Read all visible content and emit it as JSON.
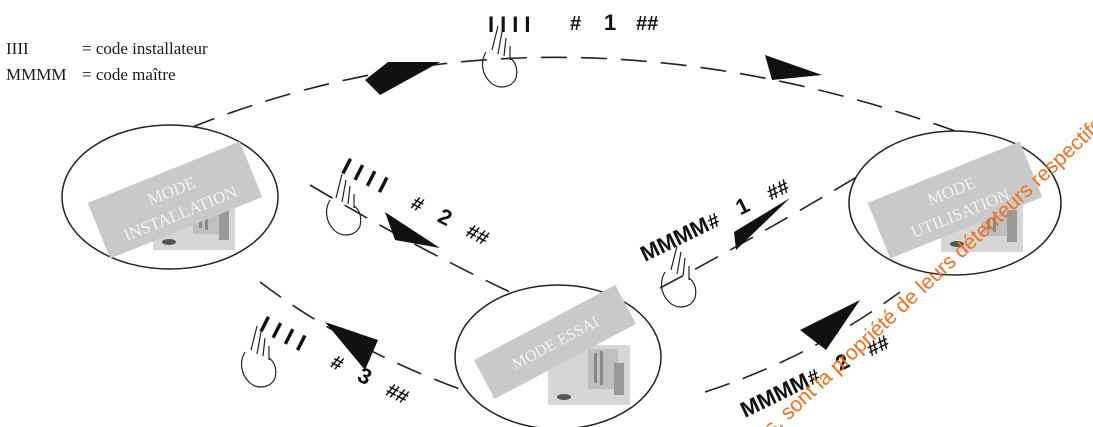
{
  "legend": [
    {
      "code": "IIII",
      "meaning": "= code installateur"
    },
    {
      "code": "MMMM",
      "meaning": "= code maître"
    }
  ],
  "modes": {
    "installation": {
      "line1": "MODE",
      "line2": "INSTALLATION"
    },
    "utilisation": {
      "line1": "MODE",
      "line2": "UTILISATION"
    },
    "essai": {
      "line1": "MODE ESSAI"
    }
  },
  "transitions": {
    "t1": {
      "code": "IIII",
      "hash1": "#",
      "num": "1",
      "hash2": "##"
    },
    "t2": {
      "code": "IIII",
      "hash1": "#",
      "num": "2",
      "hash2": "##"
    },
    "t3": {
      "code": "IIII",
      "hash1": "#",
      "num": "3",
      "hash2": "##"
    },
    "t4": {
      "code": "MMMM",
      "hash1": "#",
      "num": "1",
      "hash2": "##"
    },
    "t5": {
      "code": "MMMM",
      "hash1": "#",
      "num": "2",
      "hash2": "##"
    }
  },
  "watermark": "s, sont la propriété de leurs détenteurs respectifs",
  "colors": {
    "line": "#222222",
    "label_bg": "#c9c9c9",
    "label_text": "#f2f2f2",
    "watermark": "#f07020"
  }
}
